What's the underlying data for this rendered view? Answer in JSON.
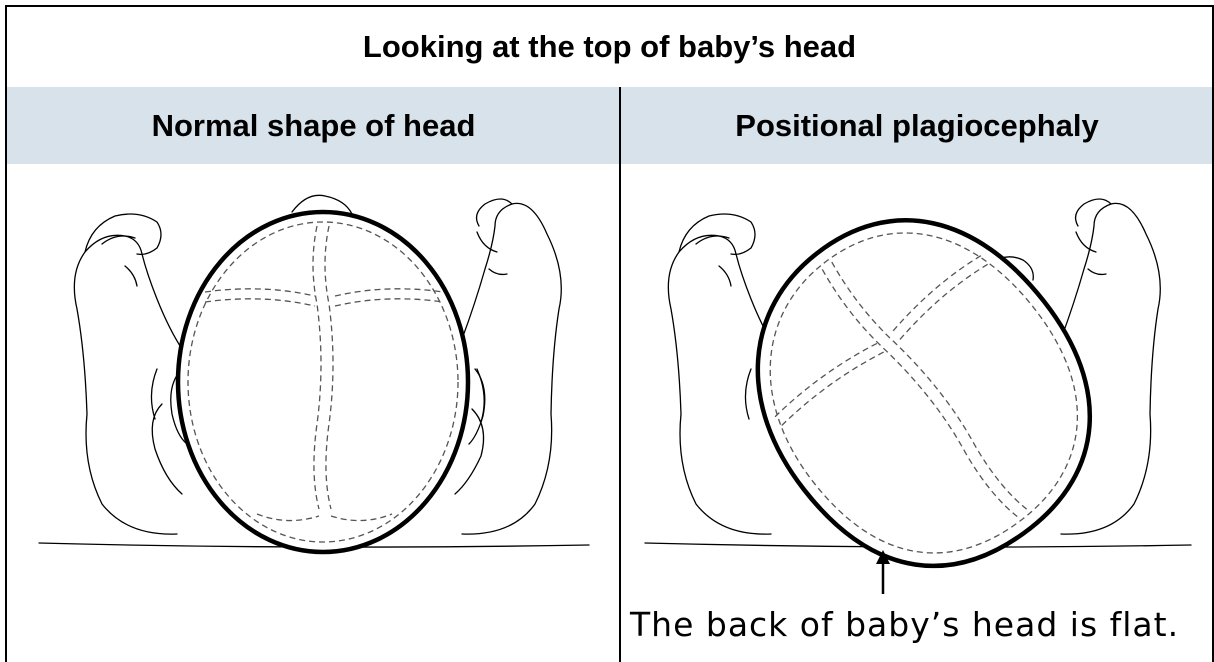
{
  "title": "Looking at the top of baby’s head",
  "columns": {
    "left": {
      "heading": "Normal shape of head"
    },
    "right": {
      "heading": "Positional plagiocephaly"
    }
  },
  "caption": "The back of baby’s head is flat.",
  "colors": {
    "header_band": "#d7e2ea",
    "outline": "#000000",
    "dashed_suture": "#555555"
  }
}
